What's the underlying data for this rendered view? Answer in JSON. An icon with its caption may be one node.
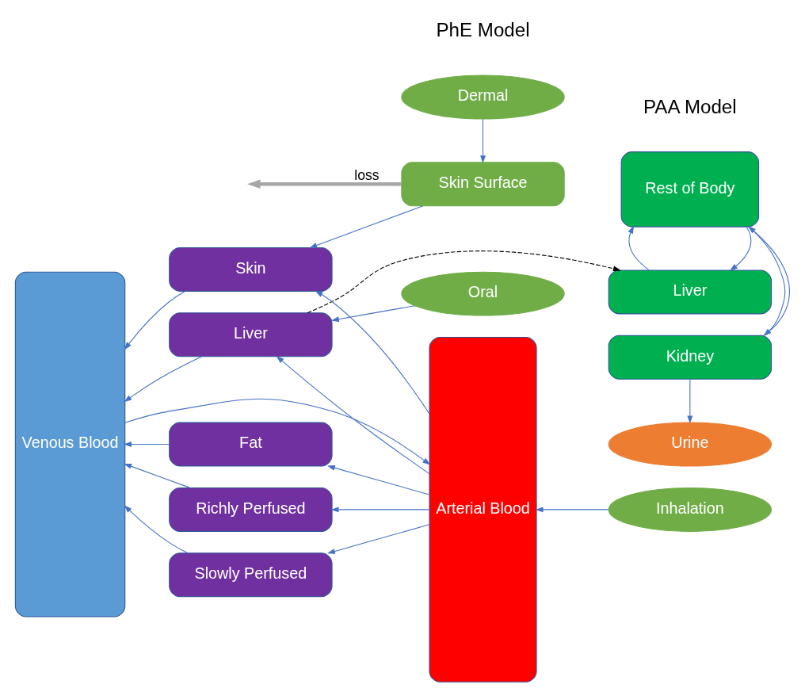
{
  "diagram": {
    "nodes": [
      {
        "text": [
          "Dermal"
        ]
      },
      {
        "text": [
          "Skin Surface"
        ]
      },
      {
        "text": [
          "Inhalation"
        ]
      },
      {
        "text": [
          "Venous Blood"
        ]
      },
      {
        "text": [
          "Skin"
        ]
      },
      {
        "text": [
          "Fat"
        ]
      },
      {
        "text": [
          "Richly Perfused"
        ]
      },
      {
        "text": [
          "Slowly Perfused"
        ]
      },
      {
        "text": [
          "Liver"
        ]
      },
      {
        "text": [
          "Arterial Blood"
        ]
      },
      {
        "text": [
          "Oral"
        ]
      },
      {
        "text": [
          "Urine"
        ]
      },
      {
        "text": [
          "Kidney"
        ]
      },
      {
        "text": [
          "Rest of Body"
        ]
      },
      {
        "text": [
          "Liver"
        ]
      }
    ],
    "edges": [
      {
        "from": 0,
        "to": 1,
        "arrow": "to"
      },
      {
        "from": 1,
        "to": null,
        "arrow": "to",
        "label": "loss",
        "style": "thick",
        "color": "#a6a6a6"
      },
      {
        "from": 1,
        "to": 4,
        "arrow": "to"
      },
      {
        "from": 3,
        "to": 9,
        "arrow": "to"
      },
      {
        "from": 2,
        "to": 9,
        "arrow": "to"
      },
      {
        "from": 9,
        "to": 4,
        "arrow": "to"
      },
      {
        "from": 9,
        "to": 5,
        "arrow": "to"
      },
      {
        "from": 9,
        "to": 6,
        "arrow": "to"
      },
      {
        "from": 9,
        "to": 7,
        "arrow": "to"
      },
      {
        "from": 9,
        "to": 8,
        "arrow": "to"
      },
      {
        "from": 4,
        "to": 3,
        "arrow": "to"
      },
      {
        "from": 5,
        "to": 3,
        "arrow": "to"
      },
      {
        "from": 6,
        "to": 3,
        "arrow": "to"
      },
      {
        "from": 7,
        "to": 3,
        "arrow": "to"
      },
      {
        "from": 8,
        "to": 3,
        "arrow": "to"
      },
      {
        "from": 10,
        "to": 8,
        "arrow": "to"
      },
      {
        "from": 12,
        "to": 11,
        "arrow": "to"
      },
      {
        "from": 13,
        "to": 12,
        "arrow": "to"
      },
      {
        "from": 12,
        "to": 13,
        "arrow": "to"
      },
      {
        "from": 14,
        "to": 13,
        "arrow": "to"
      },
      {
        "from": 13,
        "to": 14,
        "arrow": "to"
      },
      {
        "from": 8,
        "to": 14,
        "arrow": "to",
        "style": "dashed",
        "color": "#000000"
      }
    ],
    "labels": [
      "PhE Model",
      "PAA Model"
    ]
  }
}
